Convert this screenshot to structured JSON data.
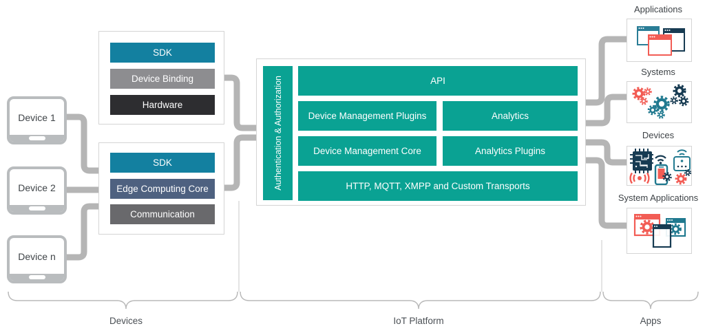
{
  "colors": {
    "platform_teal": "#0aa293",
    "sdk_teal_blue": "#1380a0",
    "edge_slate": "#4e6180",
    "binding_gray": "#8d8d90",
    "communication_gray": "#69696c",
    "hardware_black": "#2d2d30",
    "connector_gray": "#b5b5b5",
    "brace_gray": "#b8b8b8",
    "icon_coral": "#f25c54",
    "icon_navy": "#173b52",
    "icon_teal": "#20798f",
    "label_text": "#3e4347"
  },
  "devices": [
    {
      "label": "Device 1"
    },
    {
      "label": "Device 2"
    },
    {
      "label": "Device n"
    }
  ],
  "stacks": [
    {
      "layers": [
        {
          "label": "SDK"
        },
        {
          "label": "Device Binding"
        },
        {
          "label": "Hardware"
        }
      ]
    },
    {
      "layers": [
        {
          "label": "SDK"
        },
        {
          "label": "Edge Computing Core"
        },
        {
          "label": "Communication"
        }
      ]
    }
  ],
  "platform": {
    "auth_label": "Authentication & Authorization",
    "api_label": "API",
    "cells": [
      {
        "label": "Device Management Plugins"
      },
      {
        "label": "Analytics"
      },
      {
        "label": "Device Management Core"
      },
      {
        "label": "Analytics Plugins"
      }
    ],
    "transports_label": "HTTP, MQTT, XMPP and Custom Transports"
  },
  "apps_column": {
    "items": [
      {
        "label": "Applications",
        "icon": "app-windows-icon"
      },
      {
        "label": "Systems",
        "icon": "gears-icon"
      },
      {
        "label": "Devices",
        "icon": "iot-devices-icon"
      },
      {
        "label": "System Applications",
        "icon": "system-app-windows-icon"
      }
    ]
  },
  "braces": [
    {
      "label": "Devices"
    },
    {
      "label": "IoT Platform"
    },
    {
      "label": "Apps"
    }
  ]
}
